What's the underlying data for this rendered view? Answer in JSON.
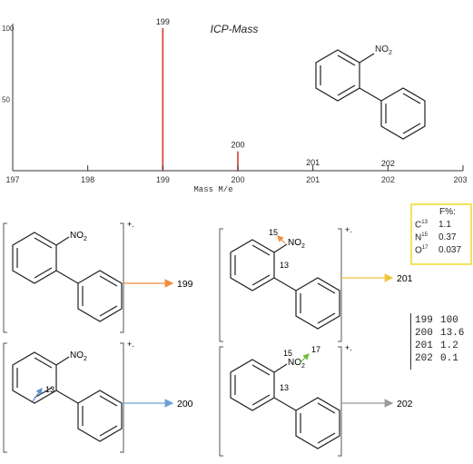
{
  "chart_data": {
    "type": "bar",
    "title": "ICP-Mass",
    "xlabel": "Mass M/e",
    "ylabel": "",
    "xlim": [
      197,
      203
    ],
    "ylim": [
      0,
      100
    ],
    "x_ticks": [
      "197",
      "198",
      "199",
      "200",
      "201",
      "202",
      "203"
    ],
    "y_ticks": [
      "100",
      "50"
    ],
    "series": [
      {
        "x": 199,
        "y": 100,
        "label": "199",
        "color": "#d83a2a"
      },
      {
        "x": 200,
        "y": 13.6,
        "label": "200",
        "color": "#d83a2a"
      },
      {
        "x": 201,
        "y": 1.2,
        "label": "201",
        "color": "#444444"
      },
      {
        "x": 202,
        "y": 0.1,
        "label": "202",
        "color": "#444444"
      }
    ],
    "grid": false,
    "legend": "none"
  },
  "molecule": {
    "group": "NO",
    "sub": "2"
  },
  "scheme": {
    "charge": "+.",
    "labels": [
      "13",
      "15",
      "17"
    ],
    "results": [
      "199",
      "201",
      "200",
      "202"
    ],
    "arrow_colors": [
      "#f08c3c",
      "#f2c43a",
      "#6aa2d4",
      "#9a9a9a"
    ],
    "isotope_arrow_colors": [
      "#f08c3c",
      "#5a8fd6",
      "#6cbb3c"
    ]
  },
  "isotope_table": {
    "header": "F%:",
    "rows": [
      {
        "el": "C",
        "mass": "13",
        "value": "1.1"
      },
      {
        "el": "N",
        "mass": "15",
        "value": "0.37"
      },
      {
        "el": "O",
        "mass": "17",
        "value": "0.037"
      }
    ]
  },
  "abundance": [
    {
      "mass": "199",
      "abundance": "100"
    },
    {
      "mass": "200",
      "abundance": "13.6"
    },
    {
      "mass": "201",
      "abundance": "1.2"
    },
    {
      "mass": "202",
      "abundance": "0.1"
    }
  ]
}
